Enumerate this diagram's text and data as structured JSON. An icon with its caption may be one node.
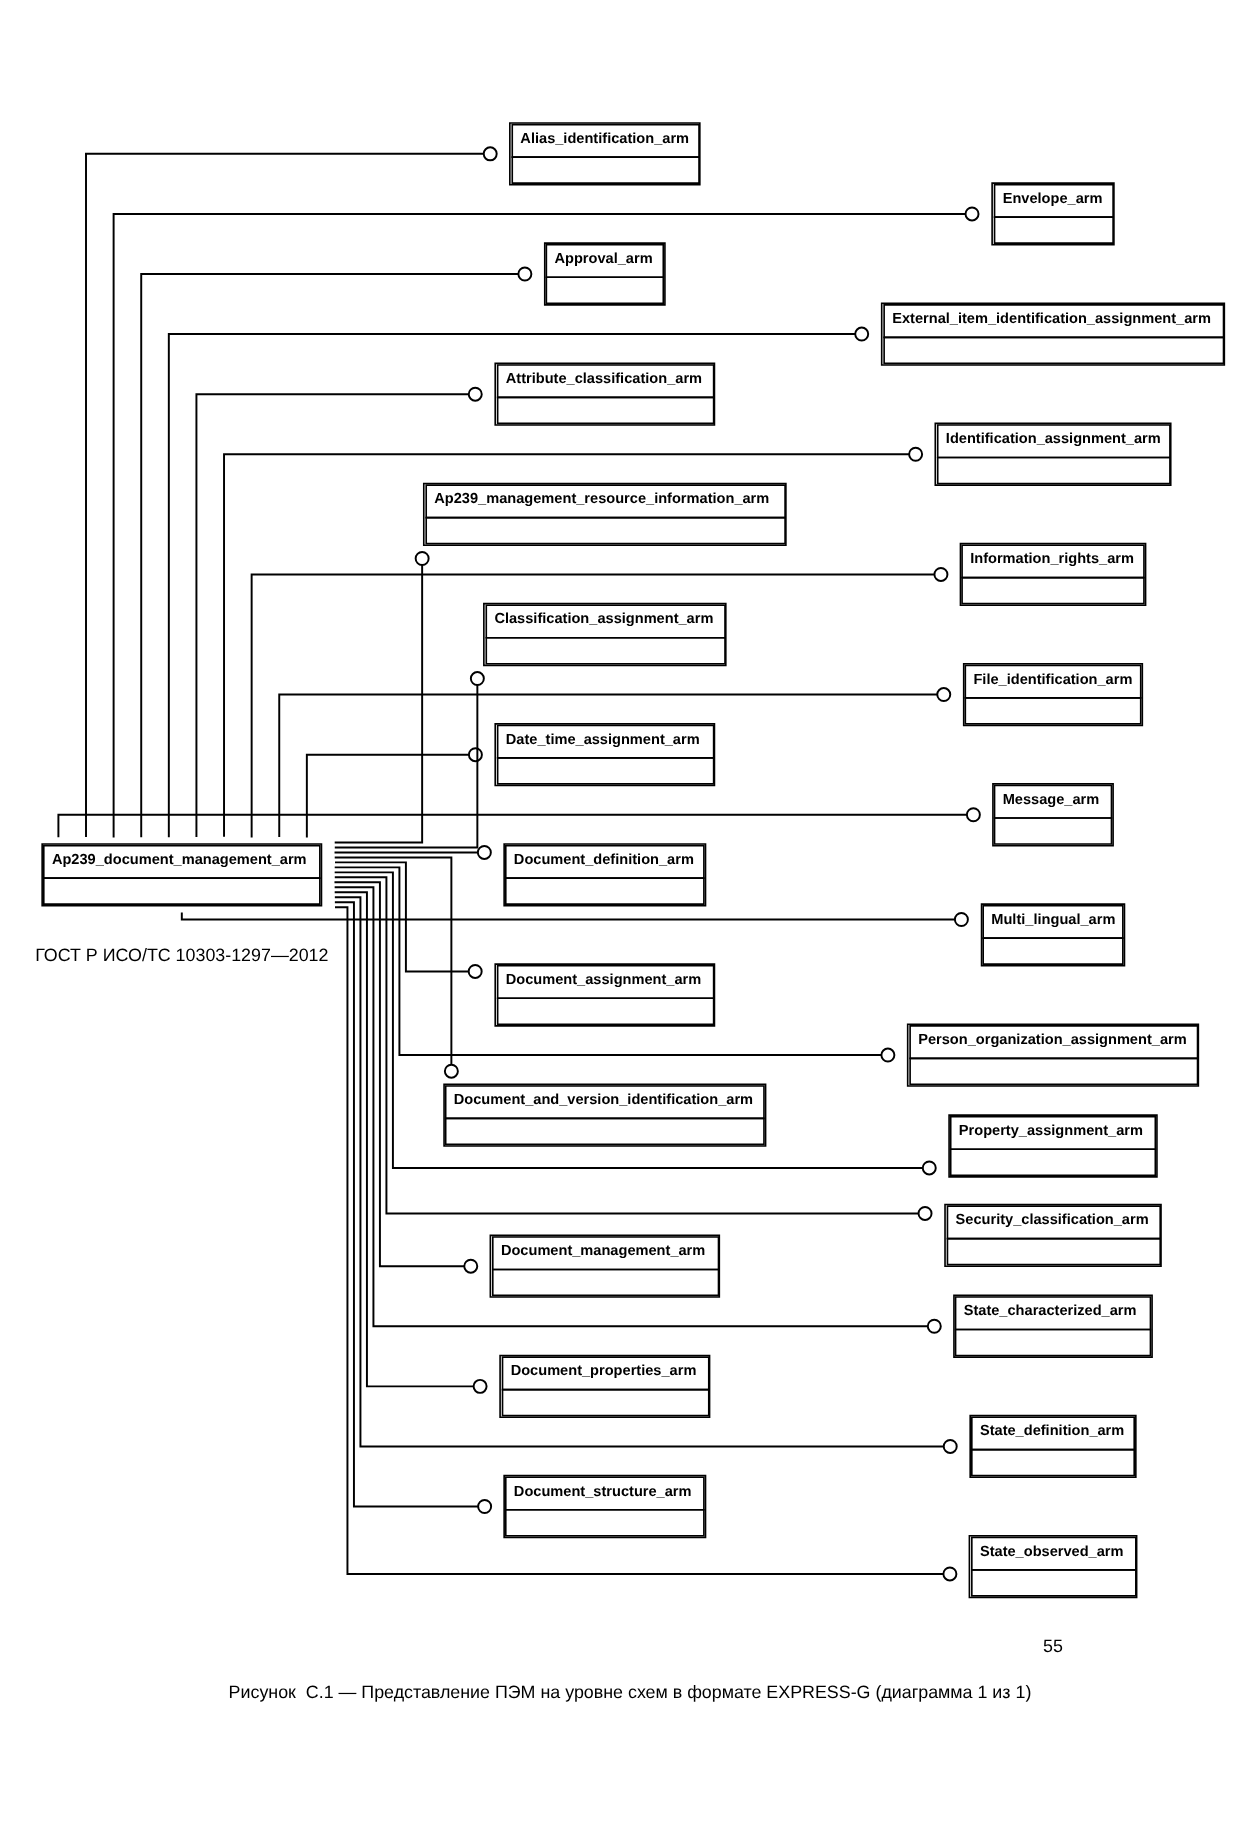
{
  "diagram": {
    "caption": "Рисунок  С.1 — Представление ПЭМ на уровне схем в формате EXPRESS-G (диаграмма 1 из 1)",
    "nodes": [
      {
        "text": [
          "Alias_identification_arm"
        ]
      },
      {
        "text": [
          "Ap239_document_management_arm"
        ]
      },
      {
        "text": [
          "Envelope_arm"
        ]
      },
      {
        "text": [
          "Approval_arm"
        ]
      },
      {
        "text": [
          "External_item_identification_assignment_arm"
        ]
      },
      {
        "text": [
          "Attribute_classification_arm"
        ]
      },
      {
        "text": [
          "Identification_assignment_arm"
        ]
      },
      {
        "text": [
          "Ap239_management_resource_information_arm"
        ]
      },
      {
        "text": [
          "Information_rights_arm"
        ]
      },
      {
        "text": [
          "Classification_assignment_arm"
        ]
      },
      {
        "text": [
          "File_identification_arm"
        ]
      },
      {
        "text": [
          "Date_time_assignment_arm"
        ]
      },
      {
        "text": [
          "Message_arm"
        ]
      },
      {
        "text": [
          "Document_definition_arm"
        ]
      },
      {
        "text": [
          "Multi_lingual_arm"
        ]
      },
      {
        "text": [
          "Document_assignment_arm"
        ]
      },
      {
        "text": [
          "Person_organization_assignment_arm"
        ]
      },
      {
        "text": [
          "Document_and_version_identification_arm"
        ]
      },
      {
        "text": [
          "Property_assignment_arm"
        ]
      },
      {
        "text": [
          "Security_classification_arm"
        ]
      },
      {
        "text": [
          "Document_management_arm"
        ]
      },
      {
        "text": [
          "State_characterized_arm"
        ]
      },
      {
        "text": [
          "Document_properties_arm"
        ]
      },
      {
        "text": [
          "State_definition_arm"
        ]
      },
      {
        "text": [
          "Document_structure_arm"
        ]
      },
      {
        "text": [
          "State_observed_arm"
        ]
      }
    ],
    "edges": [
      {
        "from": 1,
        "to": 0,
        "arrow": "other"
      },
      {
        "from": 1,
        "to": 2,
        "arrow": "other"
      },
      {
        "from": 1,
        "to": 3,
        "arrow": "other"
      },
      {
        "from": 1,
        "to": 4,
        "arrow": "other"
      },
      {
        "from": 1,
        "to": 5,
        "arrow": "other"
      },
      {
        "from": 1,
        "to": 6,
        "arrow": "other"
      },
      {
        "from": 1,
        "to": 7,
        "arrow": "other"
      },
      {
        "from": 1,
        "to": 8,
        "arrow": "other"
      },
      {
        "from": 1,
        "to": 9,
        "arrow": "other"
      },
      {
        "from": 1,
        "to": 10,
        "arrow": "other"
      },
      {
        "from": 1,
        "to": 11,
        "arrow": "other"
      },
      {
        "from": 1,
        "to": 12,
        "arrow": "other"
      },
      {
        "from": 1,
        "to": 13,
        "arrow": "other"
      },
      {
        "from": 1,
        "to": 14,
        "arrow": "other"
      },
      {
        "from": 1,
        "to": 15,
        "arrow": "other"
      },
      {
        "from": 1,
        "to": 16,
        "arrow": "other"
      },
      {
        "from": 1,
        "to": 17,
        "arrow": "other"
      },
      {
        "from": 1,
        "to": 18,
        "arrow": "other"
      },
      {
        "from": 1,
        "to": 19,
        "arrow": "other"
      },
      {
        "from": 1,
        "to": 20,
        "arrow": "other"
      },
      {
        "from": 1,
        "to": 21,
        "arrow": "other"
      },
      {
        "from": 1,
        "to": 22,
        "arrow": "other"
      },
      {
        "from": 1,
        "to": 23,
        "arrow": "other"
      },
      {
        "from": 1,
        "to": 24,
        "arrow": "other"
      },
      {
        "from": 1,
        "to": 25,
        "arrow": "other"
      }
    ],
    "labels": [
      "ГОСТ Р ИСО/ТС 10303-1297—2012",
      "55"
    ]
  }
}
